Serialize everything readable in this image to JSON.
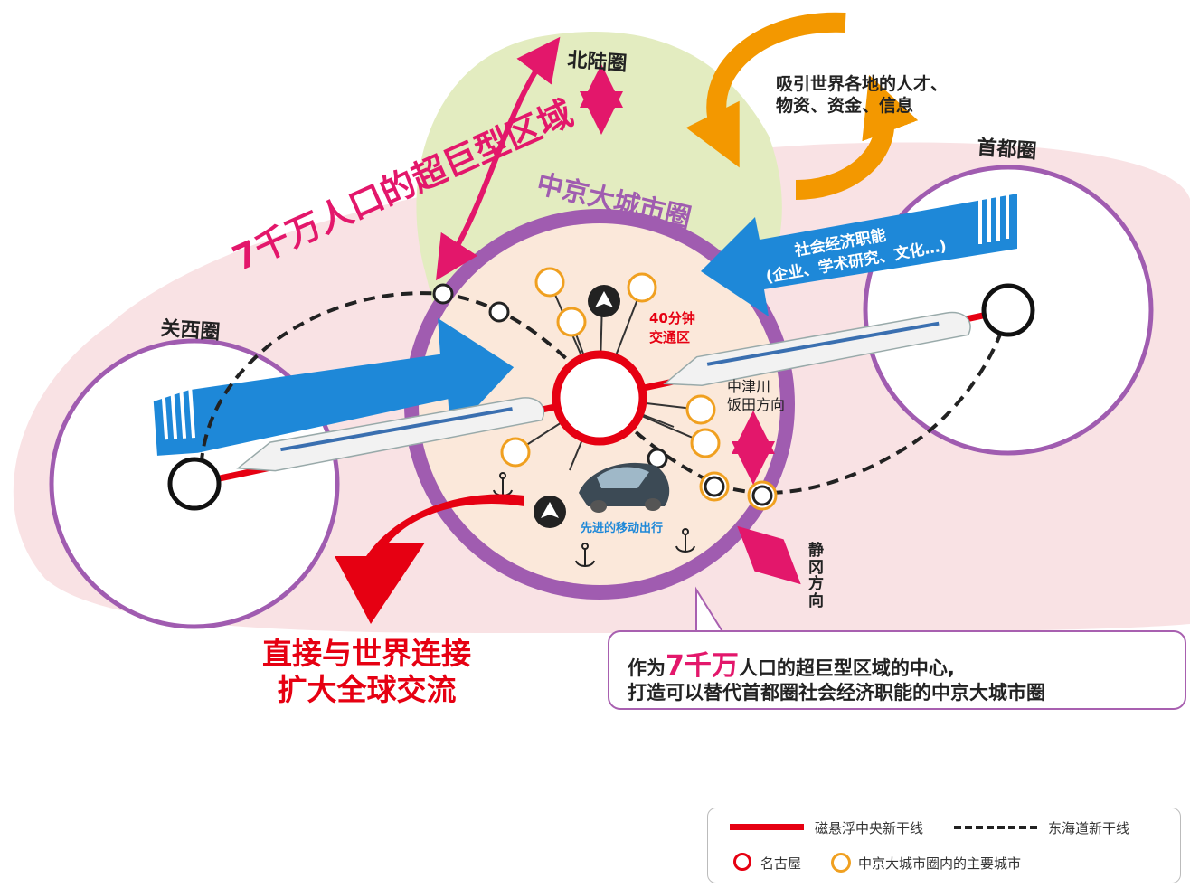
{
  "regions": {
    "hokuriku": "北陆圈",
    "kansai": "关西圈",
    "shuto": "首都圈",
    "chukyo": "中京大城市圈"
  },
  "headline": "7千万人口的超巨型区域",
  "attract_text": [
    "吸引世界各地的人才、",
    "物资、资金、信息"
  ],
  "social_functions": [
    "社会经济职能",
    "(企业、学术研究、文化…)"
  ],
  "zone_40min": [
    "40分钟",
    "交通区"
  ],
  "nakatsugawa": [
    "中津川",
    "饭田方向"
  ],
  "shizuoka": [
    "静",
    "冈",
    "方",
    "向"
  ],
  "mobility": "先进的移动出行",
  "world": [
    "直接与世界连接",
    "扩大全球交流"
  ],
  "callout": {
    "line1_prefix": "作为",
    "line1_big": "7千万",
    "line1_suffix": "人口的超巨型区域的中心,",
    "line2": "打造可以替代首都圈社会经济职能的中京大城市圈"
  },
  "legend": {
    "maglev": "磁悬浮中央新干线",
    "tokaido": "东海道新干线",
    "nagoya": "名古屋",
    "major_cities": "中京大城市圈内的主要城市"
  },
  "colors": {
    "red": "#e60012",
    "magenta": "#e3176b",
    "purple": "#a05cb0",
    "orange": "#f39800",
    "blue": "#1e88d8",
    "pink_bg": "#f9e2e4",
    "green_bg": "#e3ecc0",
    "peach_bg": "#fbe8da"
  },
  "icons": [
    "airplane-icon",
    "anchor-icon",
    "car-icon",
    "train-icon",
    "double-arrow-icon"
  ]
}
